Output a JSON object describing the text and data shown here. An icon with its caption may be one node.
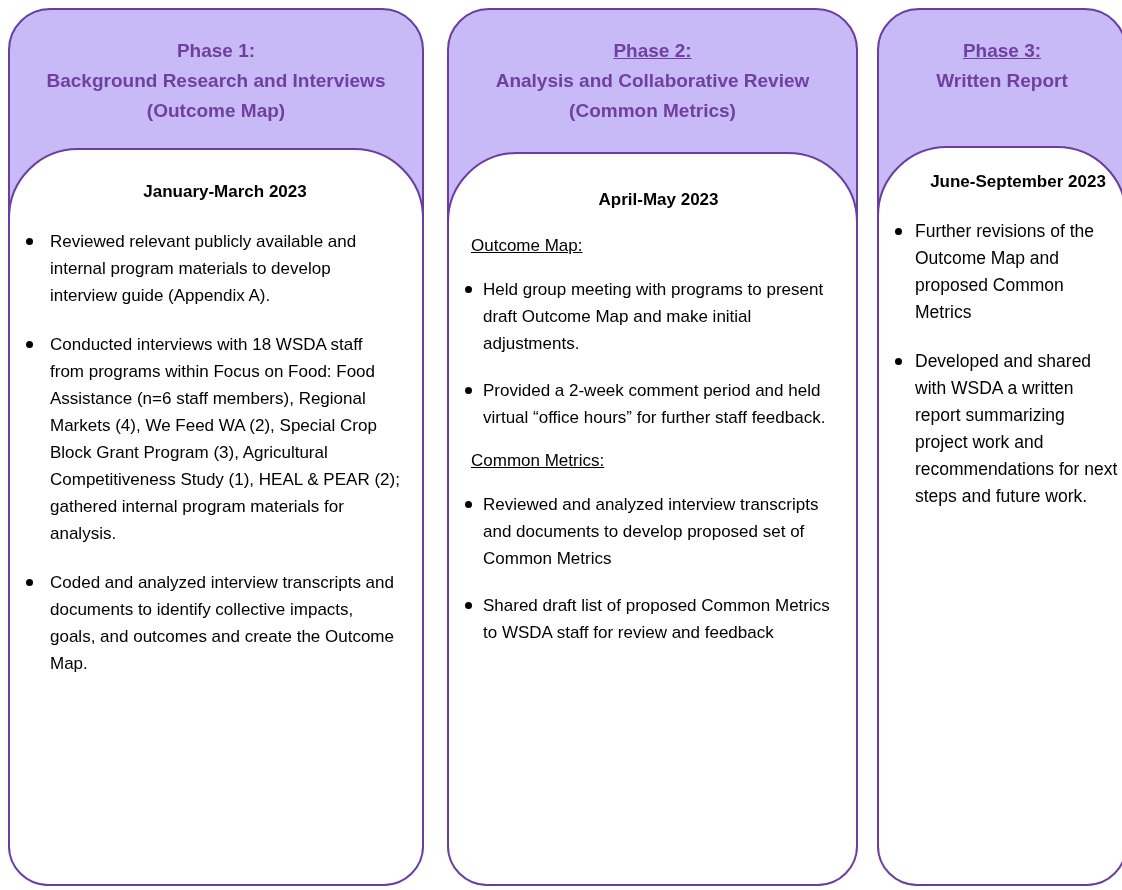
{
  "diagram": {
    "nodes": [
      {
        "text": [
          "Phase 1:",
          "Background Research and Interviews (Outcome Map)"
        ]
      },
      {
        "text": [
          "January-March 2023",
          "Reviewed relevant publicly available and internal program materials to develop interview guide (Appendix A).",
          "Conducted interviews with 18 WSDA staff from programs within Focus on Food: Food Assistance (n=6 staff members), Regional Markets (4), We Feed WA (2), Special Crop Block Grant Program (3), Agricultural Competitiveness Study (1), HEAL & PEAR (2); gathered internal program materials for analysis.",
          "Coded and analyzed interview transcripts and documents to identify collective impacts, goals, and outcomes and create the Outcome Map."
        ],
        "in": 0
      },
      {
        "text": [
          "Phase 2:",
          "Analysis and Collaborative Review (Common Metrics)"
        ]
      },
      {
        "text": [
          "April-May 2023",
          "Outcome Map:",
          "Held group meeting with programs to present draft Outcome Map and make initial adjustments.",
          "Provided a 2-week comment period and held virtual “office hours” for further staff feedback.",
          "Common Metrics:",
          "Reviewed and analyzed interview transcripts and documents to develop proposed set of Common Metrics",
          "Shared draft list of proposed Common Metrics to WSDA staff for review and feedback"
        ],
        "in": 2
      },
      {
        "text": [
          "Phase 3:",
          "Written Report"
        ]
      },
      {
        "text": [
          "June-September 2023",
          "Further revisions of the Outcome Map and proposed Common Metrics",
          "Developed and shared with WSDA a written report summarizing project work and recommendations for next steps and future work."
        ],
        "in": 4
      }
    ],
    "edges": []
  }
}
